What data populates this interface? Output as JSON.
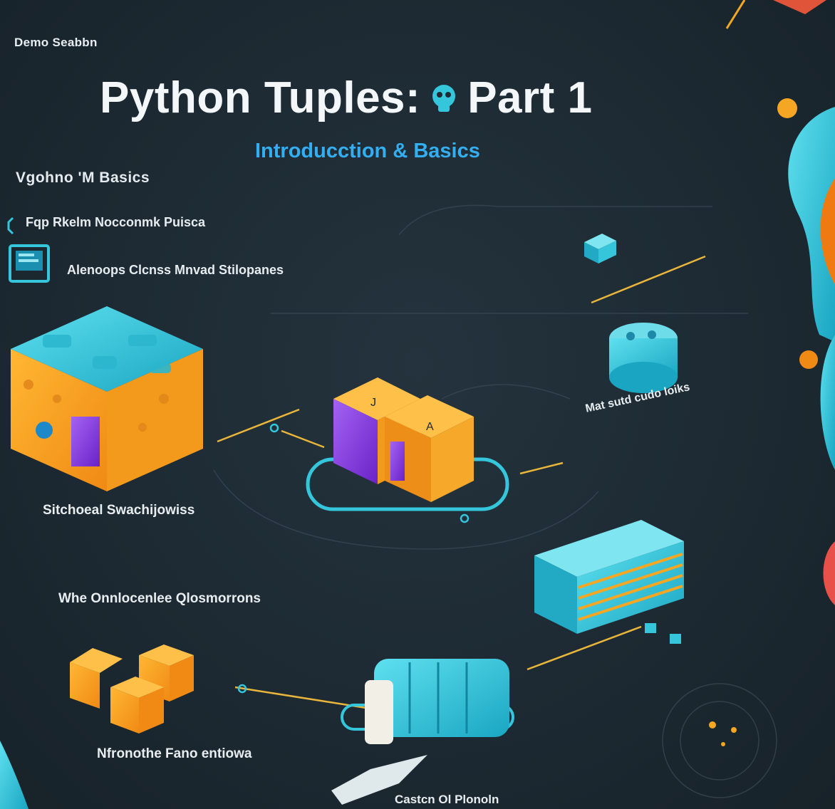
{
  "header": {
    "series_label": "Demo Seabbn",
    "title": "Python Tuples:",
    "title_suffix": "Part 1",
    "subtitle": "Introducction & Basics",
    "section_heading": "Vgohno 'M Basics"
  },
  "list_items": [
    "Fqp Rkelm Nocconmk Puisca",
    "Alenoops Clcnss Mnvad Stilopanes"
  ],
  "captions": [
    "Sitchoeal Swachijowiss",
    "Mat sutd cudo loiks",
    "Whe Onnlocenlee Qlosmorrons",
    "Nfronothe Fano entiowa",
    "Castcn Ol Plonoln"
  ],
  "cube_glyphs": [
    "J",
    "A"
  ],
  "colors": {
    "background": "#1c2a33",
    "accent_orange": "#f5a623",
    "accent_teal": "#35c6dc",
    "accent_purple": "#8b3fd9",
    "subtitle_blue": "#33aef0",
    "line_gold": "#e9b63b"
  }
}
